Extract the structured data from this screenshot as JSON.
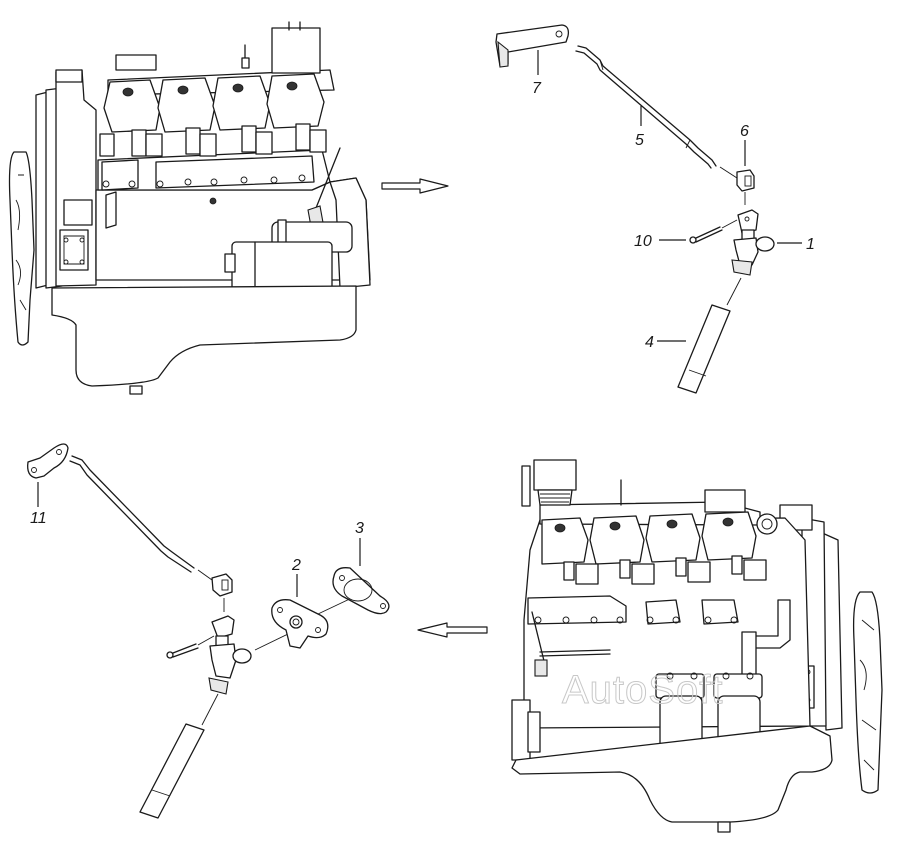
{
  "figure": {
    "type": "exploded-parts-diagram",
    "subject": "Engine with flame heater glow plug installation",
    "watermark": "AutoSoft",
    "views": [
      {
        "id": "engine-left-view",
        "description": "Engine side view (fan on left, starter on right)"
      },
      {
        "id": "engine-right-view",
        "description": "Engine side view (fan on right, oil filters at bottom)"
      }
    ],
    "arrows": [
      {
        "id": "arrow-right",
        "direction": "right"
      },
      {
        "id": "arrow-left",
        "direction": "left"
      }
    ]
  },
  "callouts": {
    "top_group": [
      {
        "number": "7",
        "part": "bracket"
      },
      {
        "number": "5",
        "part": "fuel tube"
      },
      {
        "number": "6",
        "part": "clamp"
      },
      {
        "number": "10",
        "part": "bolt"
      },
      {
        "number": "1",
        "part": "flame glow plug"
      },
      {
        "number": "4",
        "part": "heater element"
      }
    ],
    "bottom_group": [
      {
        "number": "11",
        "part": "bracket"
      },
      {
        "number": "2",
        "part": "flange"
      },
      {
        "number": "3",
        "part": "gasket"
      }
    ]
  }
}
